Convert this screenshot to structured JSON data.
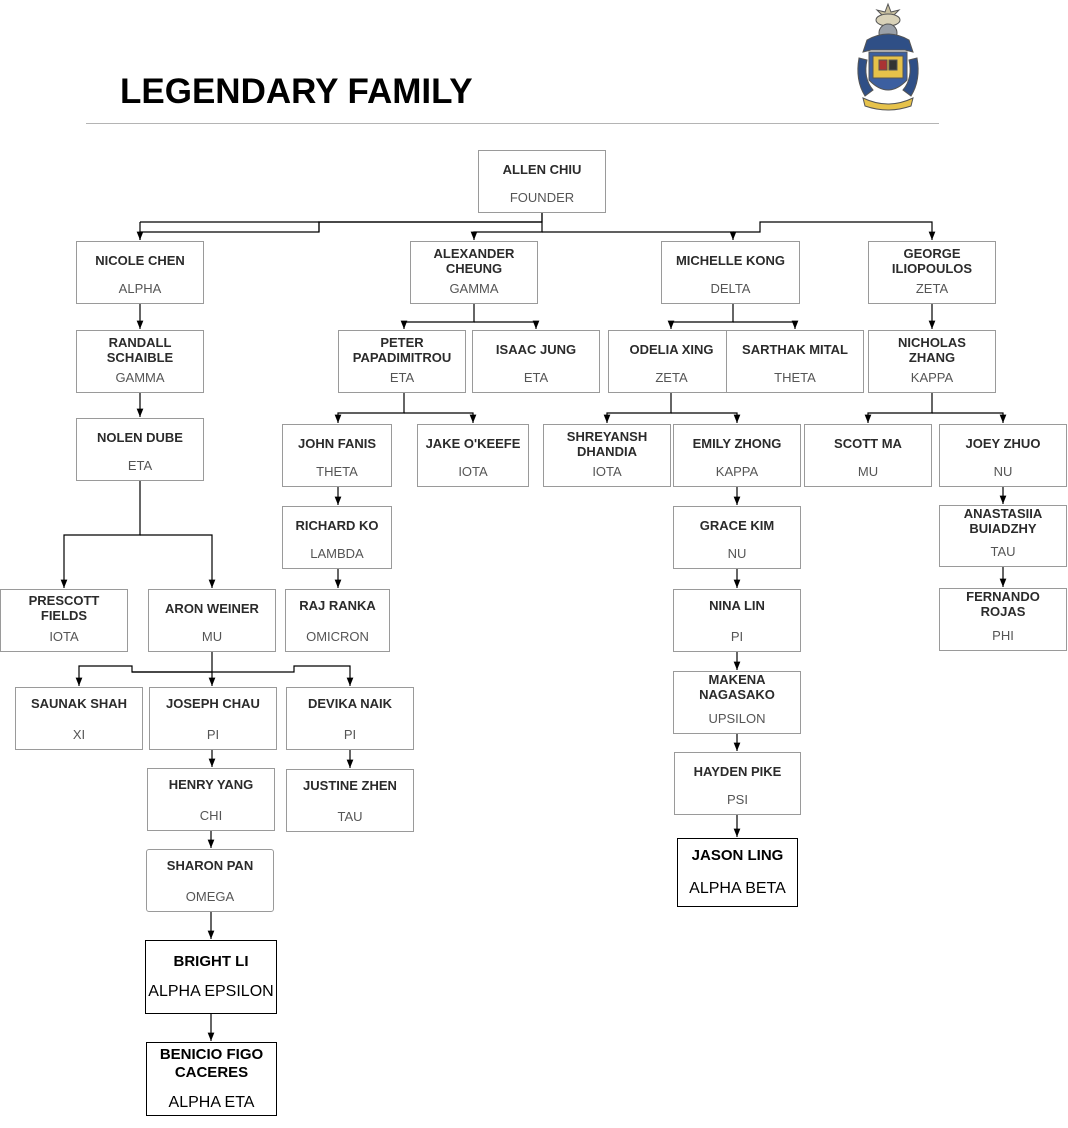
{
  "title": "LEGENDARY FAMILY",
  "crest_icon": "fraternity-crest-icon",
  "members": {
    "allen": {
      "name": "ALLEN CHIU",
      "chapter": "FOUNDER"
    },
    "nicole": {
      "name": "NICOLE CHEN",
      "chapter": "ALPHA"
    },
    "alexander": {
      "name": "ALEXANDER\nCHEUNG",
      "chapter": "GAMMA"
    },
    "michelle": {
      "name": "MICHELLE KONG",
      "chapter": "DELTA"
    },
    "george": {
      "name": "GEORGE\nILIOPOULOS",
      "chapter": "ZETA"
    },
    "randall": {
      "name": "RANDALL\nSCHAIBLE",
      "chapter": "GAMMA"
    },
    "peter": {
      "name": "PETER\nPAPADIMITROU",
      "chapter": "ETA"
    },
    "isaac": {
      "name": "ISAAC JUNG",
      "chapter": "ETA"
    },
    "odelia": {
      "name": "ODELIA XING",
      "chapter": "ZETA"
    },
    "sarthak": {
      "name": "SARTHAK MITAL",
      "chapter": "THETA"
    },
    "nicholas": {
      "name": "NICHOLAS\nZHANG",
      "chapter": "KAPPA"
    },
    "nolen": {
      "name": "NOLEN DUBE",
      "chapter": "ETA"
    },
    "john": {
      "name": "JOHN FANIS",
      "chapter": "THETA"
    },
    "jake": {
      "name": "JAKE O'KEEFE",
      "chapter": "IOTA"
    },
    "shreyansh": {
      "name": "SHREYANSH\nDHANDIA",
      "chapter": "IOTA"
    },
    "emily": {
      "name": "EMILY ZHONG",
      "chapter": "KAPPA"
    },
    "scott": {
      "name": "SCOTT MA",
      "chapter": "MU"
    },
    "joey": {
      "name": "JOEY ZHUO",
      "chapter": "NU"
    },
    "richard": {
      "name": "RICHARD KO",
      "chapter": "LAMBDA"
    },
    "grace": {
      "name": "GRACE KIM",
      "chapter": "NU"
    },
    "anastasiia": {
      "name": "ANASTASIIA\nBUIADZHY",
      "chapter": "TAU"
    },
    "prescott": {
      "name": "PRESCOTT\nFIELDS",
      "chapter": "IOTA"
    },
    "aron": {
      "name": "ARON WEINER",
      "chapter": "MU"
    },
    "raj": {
      "name": "RAJ RANKA",
      "chapter": "OMICRON"
    },
    "nina": {
      "name": "NINA LIN",
      "chapter": "PI"
    },
    "fernando": {
      "name": "FERNANDO\nROJAS",
      "chapter": "PHI"
    },
    "makena": {
      "name": "MAKENA\nNAGASAKO",
      "chapter": "UPSILON"
    },
    "saunak": {
      "name": "SAUNAK SHAH",
      "chapter": "XI"
    },
    "joseph": {
      "name": "JOSEPH CHAU",
      "chapter": "PI"
    },
    "devika": {
      "name": "DEVIKA NAIK",
      "chapter": "PI"
    },
    "hayden": {
      "name": "HAYDEN PIKE",
      "chapter": "PSI"
    },
    "henry": {
      "name": "HENRY YANG",
      "chapter": "CHI"
    },
    "justine": {
      "name": "JUSTINE ZHEN",
      "chapter": "TAU"
    },
    "jason": {
      "name": "JASON LING",
      "chapter": "ALPHA BETA"
    },
    "sharon": {
      "name": "SHARON PAN",
      "chapter": "OMEGA"
    },
    "bright": {
      "name": "BRIGHT LI",
      "chapter": "ALPHA EPSILON"
    },
    "benicio": {
      "name": "BENICIO FIGO\nCACERES",
      "chapter": "ALPHA ETA"
    }
  }
}
